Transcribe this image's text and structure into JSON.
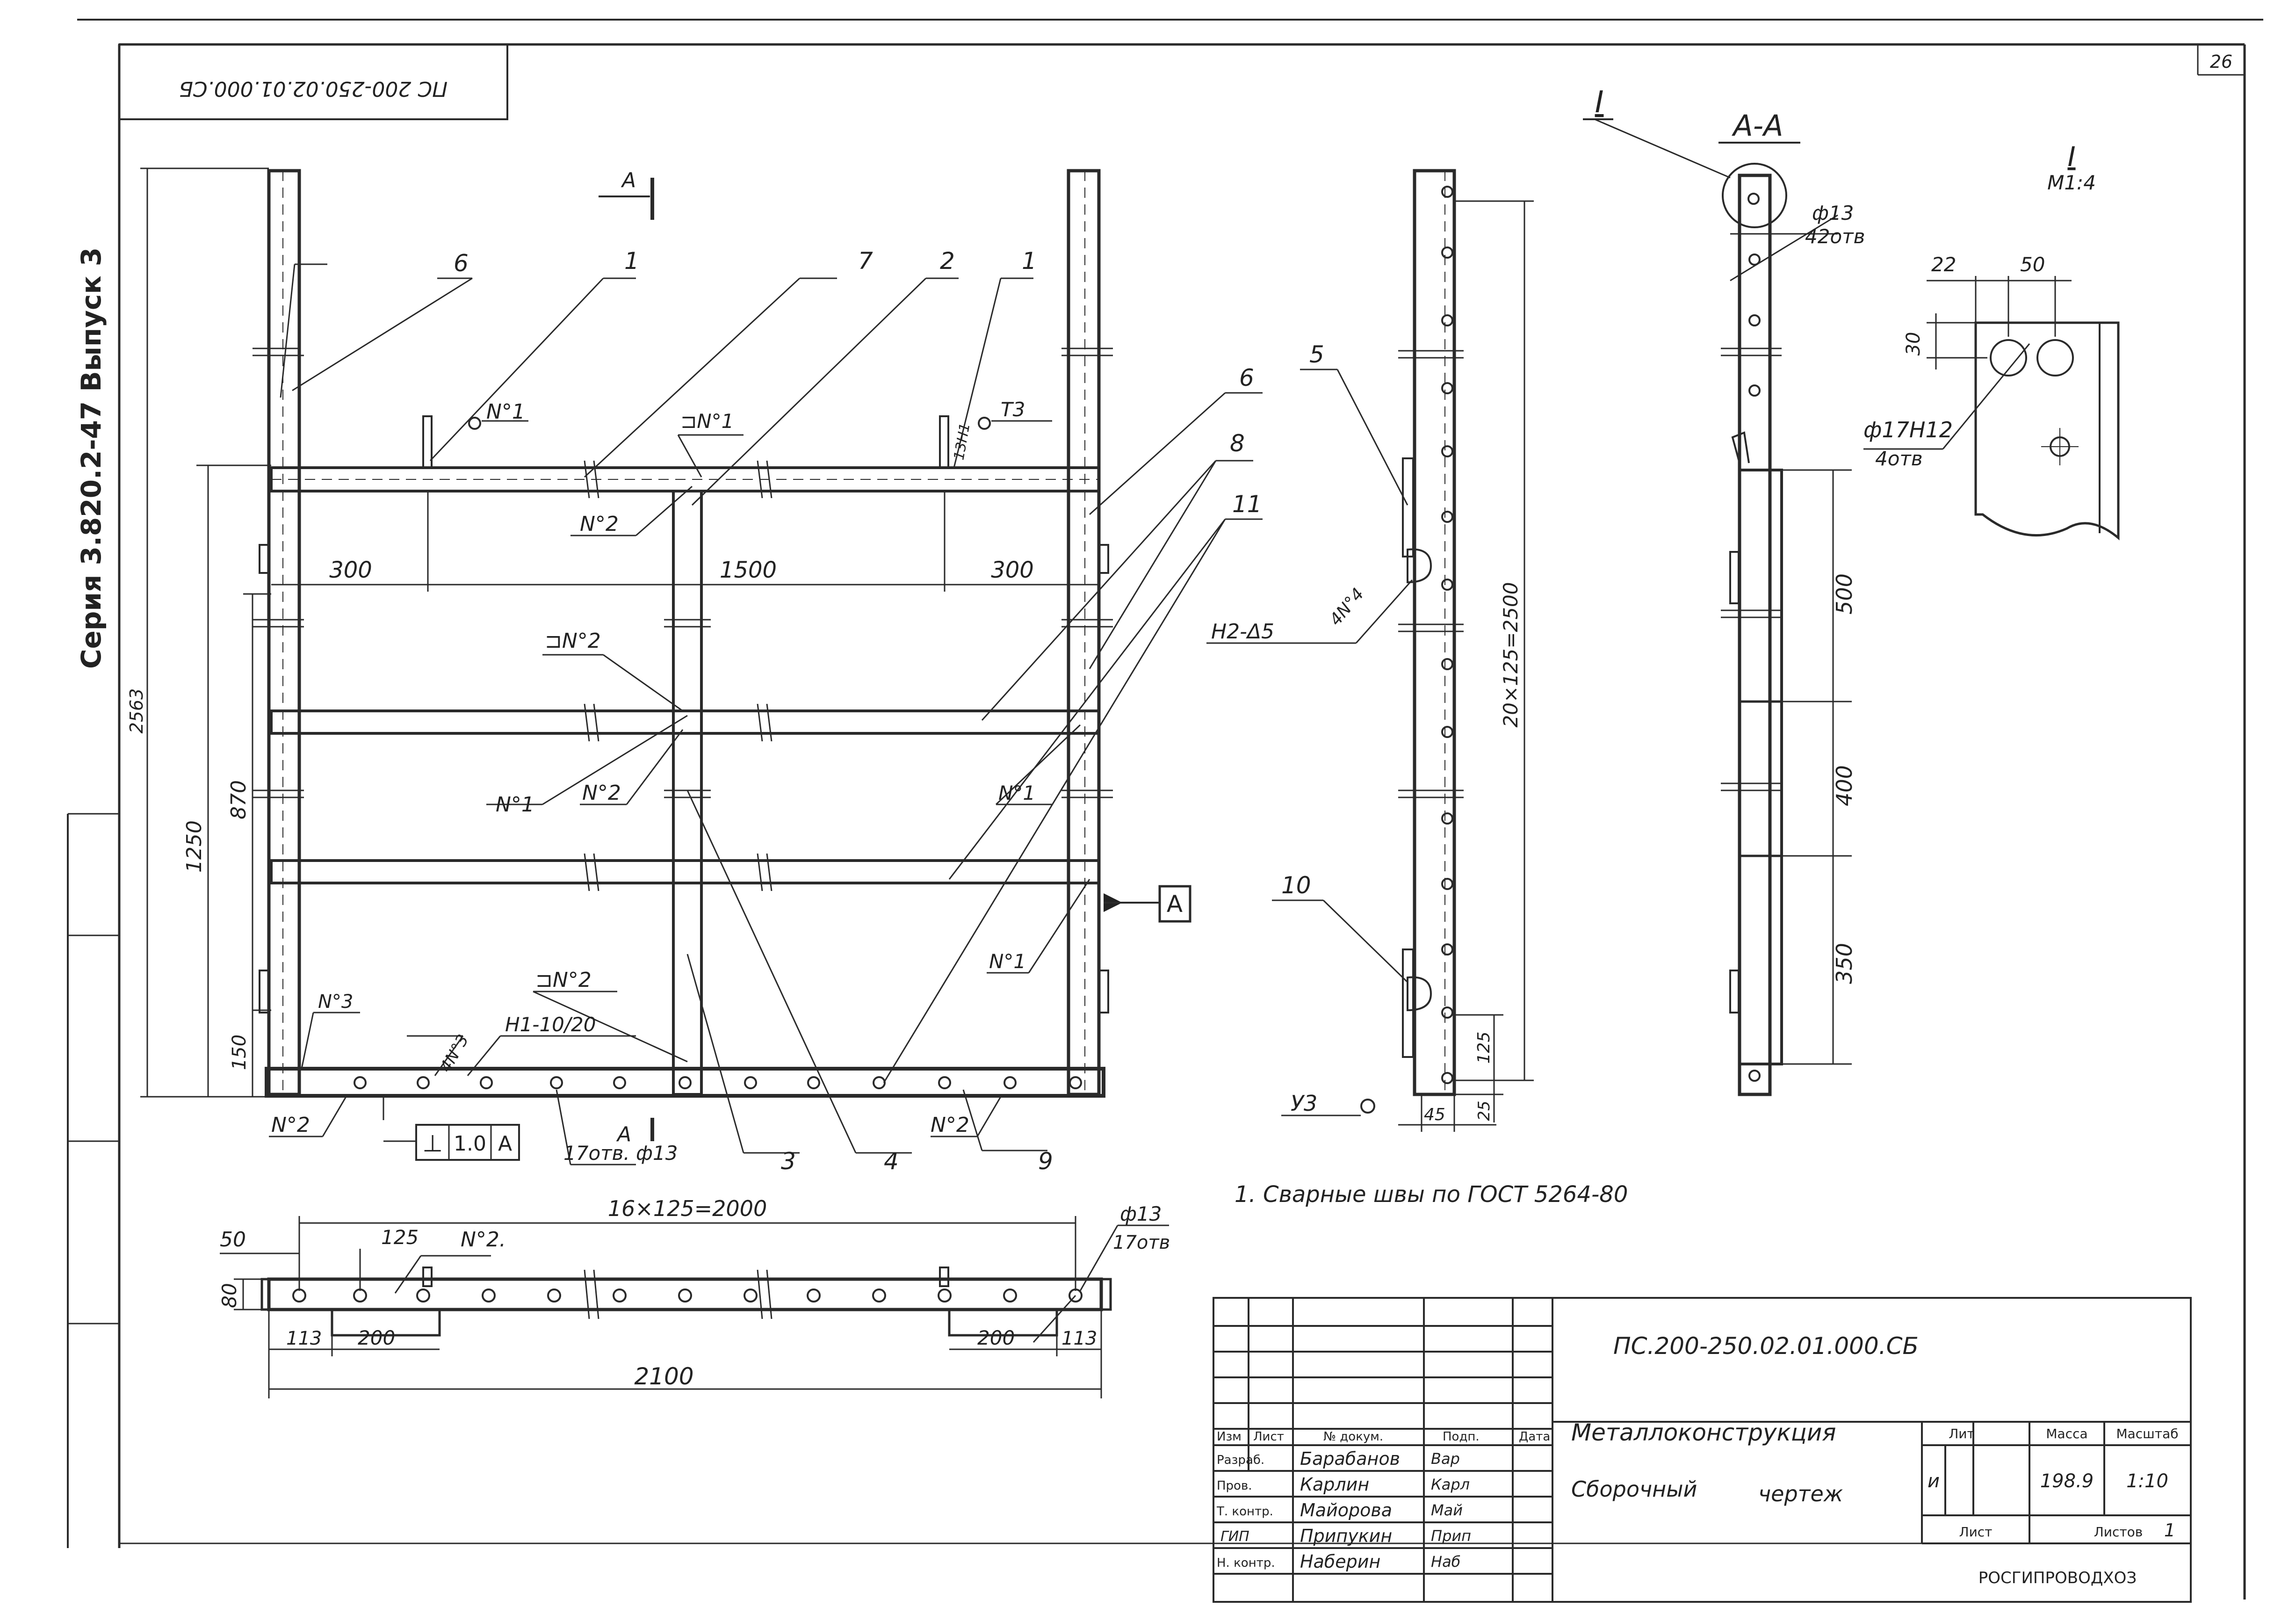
{
  "sheet_number": "26",
  "side_series": "Серия 3.820.2-47 Выпуск 3",
  "top_stamp": "ПС 200-250.02.01.000.СБ",
  "views": {
    "section": "А-А",
    "detail": "I",
    "detail_scale": "М1:4",
    "section_mark": "А",
    "datum": "А"
  },
  "dims": {
    "height_total": "2563",
    "h1250": "1250",
    "h870": "870",
    "h150": "150",
    "d300_left": "300",
    "d1500": "1500",
    "d300_right": "300",
    "side_pitch": "20×125=2500",
    "d125": "125",
    "d25": "25",
    "d45": "45",
    "d500": "500",
    "d400": "400",
    "d350": "350",
    "det_22": "22",
    "det_50": "50",
    "det_30": "30",
    "bot_pitch": "16×125=2000",
    "bot_125": "125",
    "bot_50": "50",
    "bot_80": "80",
    "bot_113_l": "113",
    "bot_200_l": "200",
    "bot_200_r": "200",
    "bot_113_r": "113",
    "bot_2100": "2100"
  },
  "callouts": {
    "c6a": "6",
    "c1a": "1",
    "c7": "7",
    "c2": "2",
    "c1b": "1",
    "c6b": "6",
    "c8": "8",
    "c11": "11",
    "c3": "3",
    "c4": "4",
    "c9": "9",
    "c5": "5",
    "c10": "10"
  },
  "weld_marks": {
    "n1_top": "N°1",
    "n1_top_label": "Т3",
    "n1_top_weld": "13Н1",
    "n1_bracket": "⊐N°1",
    "n2_top": "N°2",
    "n2_bracket_a": "⊐N°2",
    "n1_left": "N°1",
    "n2_mid": "N°2",
    "n1_mid_r": "N°1",
    "n1_right": "N°1",
    "n2_bracket_b": "⊐N°2",
    "n3_a": "N°3",
    "n3_b": "4N°3",
    "h1": "Н1-10/20",
    "n2_bot_l": "N°2",
    "n2_bot_r": "N°2",
    "holes_bot": "17отв. ф13",
    "tolerance": "1.0",
    "h2": "Н2-Δ5",
    "n4": "4N°4",
    "u3": "У3",
    "holes_sect_d": "ф13",
    "holes_sect_n": "42отв",
    "det_holes_d": "ф17Н12",
    "det_holes_n": "4отв",
    "bot_n2": "N°2.",
    "bot_holes_d": "ф13",
    "bot_holes_n": "17отв"
  },
  "note": "1. Сварные швы по ГОСТ 5264-80",
  "title_block": {
    "code": "ПС.200-250.02.01.000.СБ",
    "name": "Металлоконструкция",
    "subtitle": "Сборочный",
    "subtitle2": "чертеж",
    "col_izm": "Изм",
    "col_list": "Лист",
    "col_doc": "№ докум.",
    "col_sign": "Подп.",
    "col_date": "Дата",
    "rows": [
      {
        "role": "Разраб.",
        "name": "Барабанов",
        "sign": "Вар"
      },
      {
        "role": "Пров.",
        "name": "Карлин",
        "sign": "Карл"
      },
      {
        "role": "Т. контр.",
        "name": "Майорова",
        "sign": "Май"
      },
      {
        "role": "ГИП",
        "name": "Припукин",
        "sign": "Прип"
      },
      {
        "role": "Н. контр.",
        "name": "Наберин",
        "sign": "Наб"
      }
    ],
    "lit_label": "Лит",
    "mass_label": "Масса",
    "scale_label": "Масштаб",
    "lit": "и",
    "mass": "198.9",
    "scale": "1:10",
    "sheet_label": "Лист",
    "sheets_label": "Листов",
    "sheets": "1",
    "org": "РОСГИПРОВОДХОЗ"
  }
}
